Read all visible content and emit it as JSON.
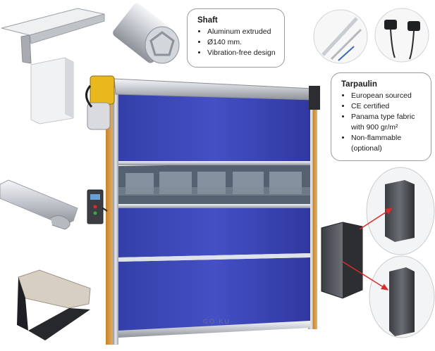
{
  "shaft": {
    "title": "Shaft",
    "features": [
      "Aluminum extruded",
      "Ø140 mm.",
      "Vibration-free design"
    ]
  },
  "tarpaulin": {
    "title": "Tarpaulin",
    "features": [
      "European sourced",
      "CE certified",
      "Panama type fabric with 900 gr/m²",
      "Non-flammable (optional)"
    ]
  },
  "door": {
    "brand_mark": "GO KU"
  },
  "colors": {
    "tarpaulin_blue": "#3a46b8",
    "aluminum": "#c8ccd2",
    "arrow": "#d92b2b",
    "accent_yellow": "#e8b81c"
  }
}
